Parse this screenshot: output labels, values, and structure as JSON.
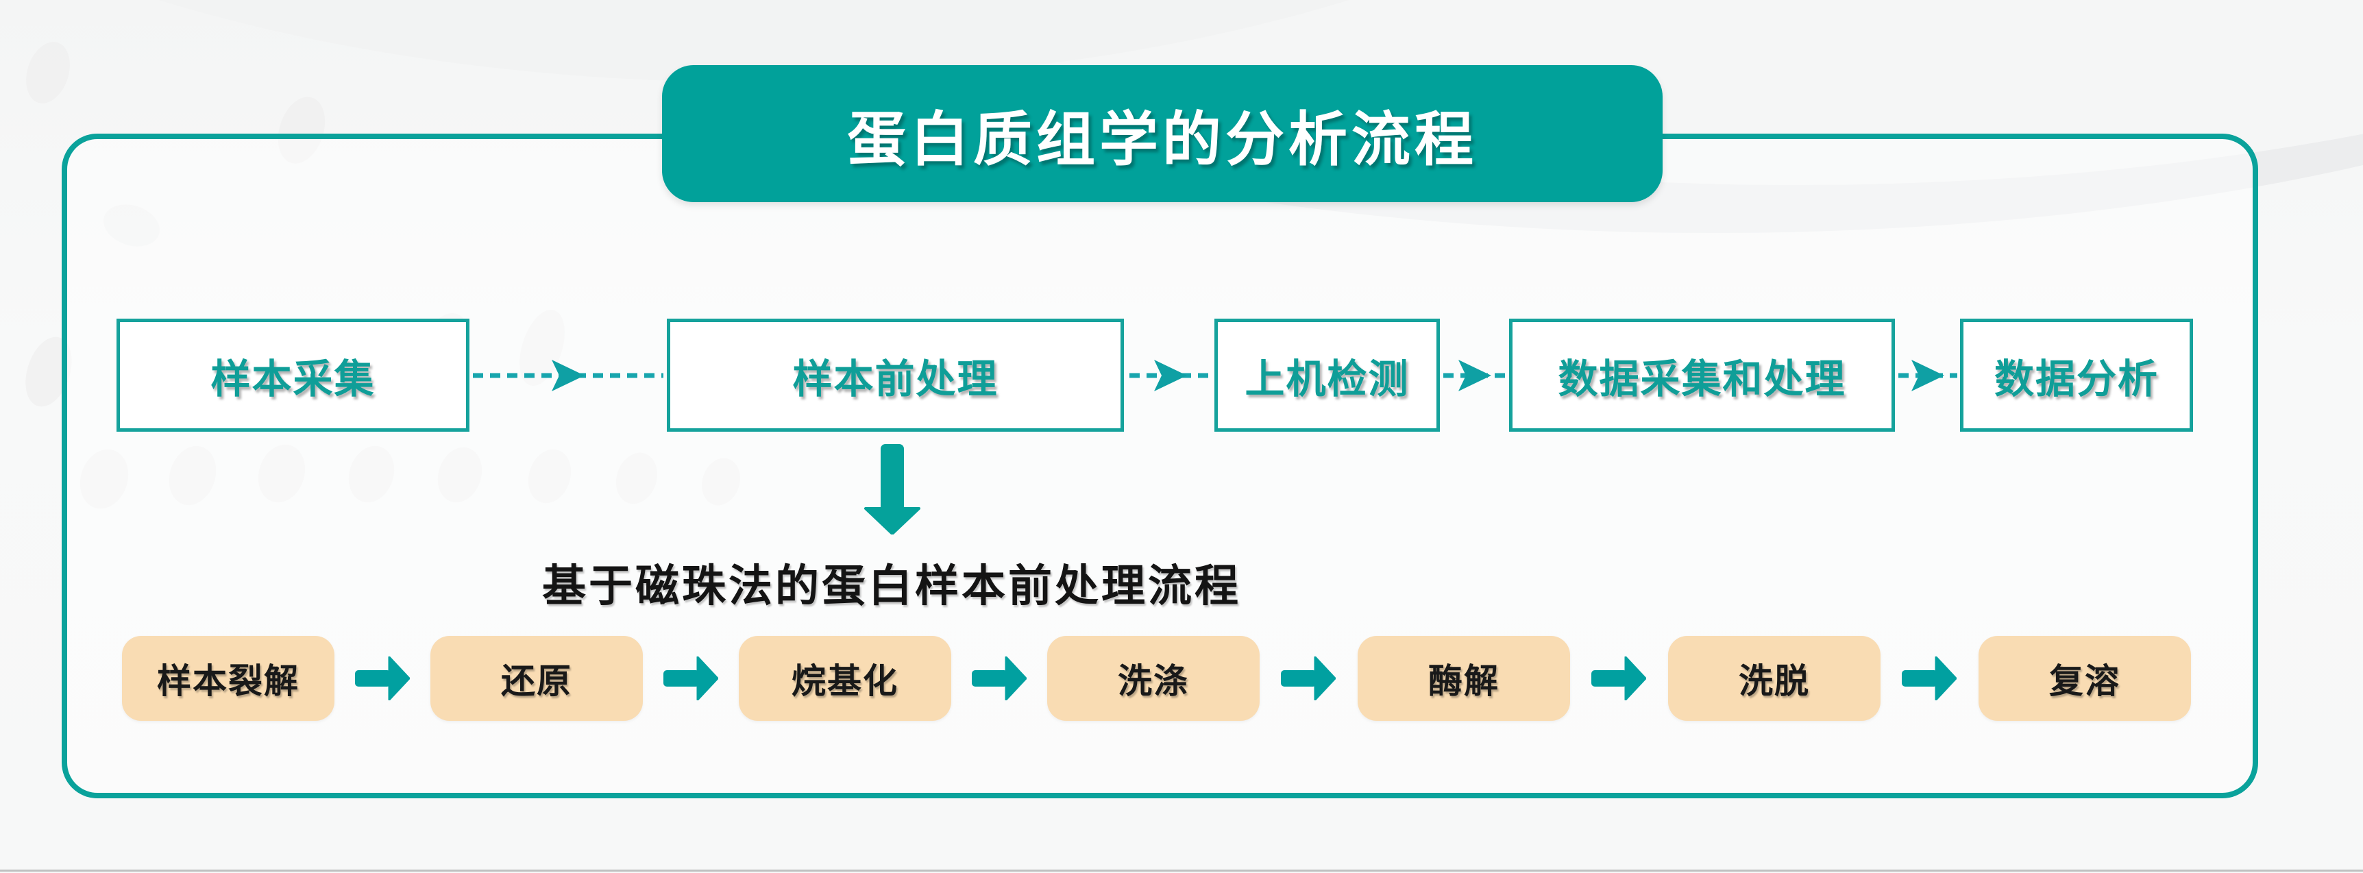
{
  "page": {
    "title": "蛋白质组学的分析流程"
  },
  "main_flow": {
    "steps": [
      {
        "label": "样本采集"
      },
      {
        "label": "样本前处理"
      },
      {
        "label": "上机检测"
      },
      {
        "label": "数据采集和处理"
      },
      {
        "label": "数据分析"
      }
    ],
    "connector_style": "dashed-stealth-right-arrow"
  },
  "sub_flow": {
    "title": "基于磁珠法的蛋白样本前处理流程",
    "steps": [
      "样本裂解",
      "还原",
      "烷基化",
      "洗涤",
      "酶解",
      "洗脱",
      "复溶"
    ],
    "connector_style": "block-right-arrow"
  },
  "icons": {
    "connector_arrow": "stealth-right-arrow-icon",
    "step_arrow": "block-right-arrow-icon",
    "branch_arrow": "block-down-arrow-icon"
  },
  "colors": {
    "teal_primary": "#01a19a",
    "teal_border": "#15a29c",
    "dash_line": "#17a5ad",
    "step_fill": "#f9dcb3",
    "text_dark": "#191919",
    "title_text": "#ffffff",
    "background": "#f7f8f8"
  }
}
